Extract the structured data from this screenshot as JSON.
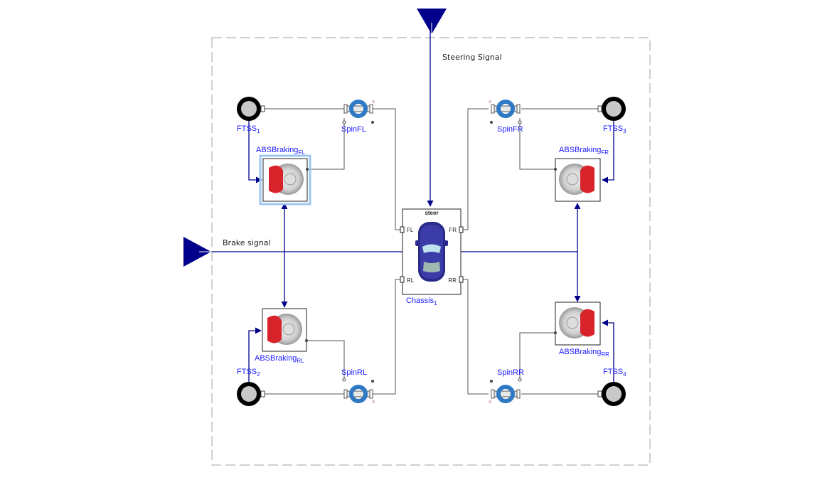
{
  "diagram": {
    "inputs": {
      "steering": {
        "label": "Steering Signal"
      },
      "brake": {
        "label": "Brake signal"
      }
    },
    "chassis": {
      "name": "Chassis",
      "subscript": "1",
      "top_label": "steer",
      "ports": {
        "fl": "FL",
        "fr": "FR",
        "rl": "RL",
        "rr": "RR"
      }
    },
    "wheels": [
      {
        "id": "fl",
        "tire": {
          "name": "FTSS",
          "subscript": "1"
        },
        "spin": {
          "name": "SpinFL",
          "port": "a"
        },
        "abs": {
          "name": "ABSBraking",
          "subscript": "FL",
          "selected": true
        }
      },
      {
        "id": "fr",
        "tire": {
          "name": "FTSS",
          "subscript": "3"
        },
        "spin": {
          "name": "SpinFR",
          "port": "a"
        },
        "abs": {
          "name": "ABSBraking",
          "subscript": "FR",
          "selected": false
        }
      },
      {
        "id": "rl",
        "tire": {
          "name": "FTSS",
          "subscript": "2"
        },
        "spin": {
          "name": "SpinRL",
          "port": "a"
        },
        "abs": {
          "name": "ABSBraking",
          "subscript": "RL",
          "selected": false
        }
      },
      {
        "id": "rr",
        "tire": {
          "name": "FTSS",
          "subscript": "4"
        },
        "spin": {
          "name": "SpinRR",
          "port": "a"
        },
        "abs": {
          "name": "ABSBraking",
          "subscript": "RR",
          "selected": false
        }
      }
    ],
    "colors": {
      "signal": "#00008b",
      "mech_line": "#555555",
      "label": "#1a1aff",
      "spin_body": "#2f78c4",
      "caliper": "#d8232a",
      "selection": "#9cc8f0",
      "frame": "#a0a0a0"
    }
  }
}
